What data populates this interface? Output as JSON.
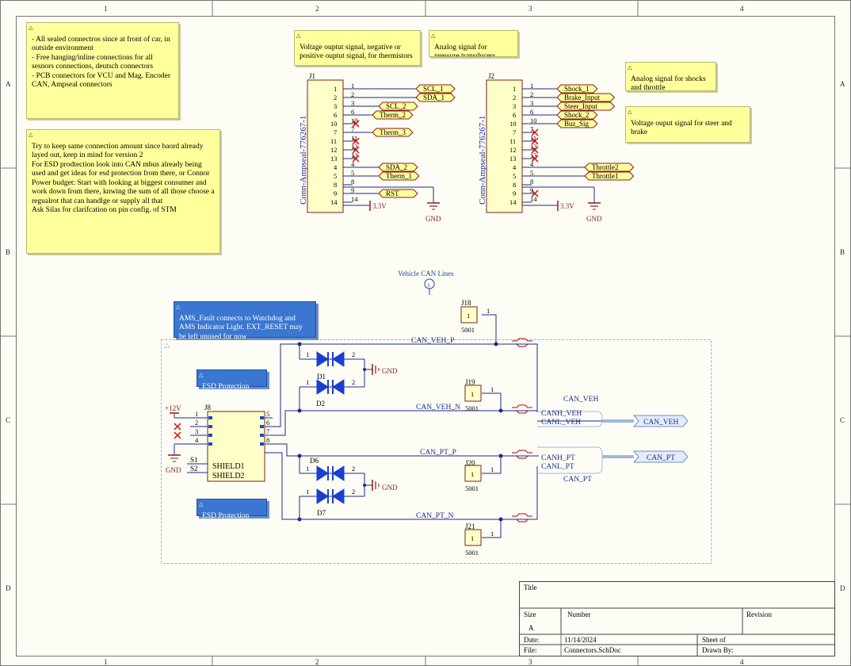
{
  "frame": {
    "col_labels": [
      "1",
      "2",
      "3",
      "4"
    ],
    "row_labels": [
      "A",
      "B",
      "C",
      "D"
    ]
  },
  "notes": {
    "connectors_note": "- All sealed connectros since at front of car, in outside environment\n-  Free hanging/inline connections for all sesnors connections, deutsch connectors\n- PCB connectors for VCU and Mag. Encoder CAN, Ampseal connectors",
    "budget_note": "Try to keep same connection amount since baord already layed out, keep in mind for version 2\nFor ESD prodtection look into CAN mbus already being used and get ideas for esd protection from there, or Connor\nPower budget: Start with looking at biggest consumer and work down from there, knwing the sum of all those choose a regualrot that can handlge or supply all that\nAsk Silas for clarifcation on pin config. of STM",
    "voltage_note": "Voltage ouptut signal, negative or positive ouptut signal, for thermistors",
    "analog_pressure_note": "Analog signal for pressure transducers",
    "analog_shocks_note": "Analog signal for shocks and throttle",
    "voltage_steer_note": "Voltage ouput signal for steer and brake",
    "ams_note": "AMS_Fault connects to Watchdog and AMS Indicator Light. EXT_RESET may be left unused for now",
    "esd_note_1": "ESD Protection",
    "esd_note_2": "ESD Protection"
  },
  "j1": {
    "designator": "J1",
    "part": "Conn-Ampseal-776267-1",
    "pins": [
      {
        "num": "1",
        "net": "SCL_1"
      },
      {
        "num": "2",
        "net": "SDA_1"
      },
      {
        "num": "3",
        "net": "SCL_2"
      },
      {
        "num": "6",
        "net": "Therm_2"
      },
      {
        "num": "10",
        "net": ""
      },
      {
        "num": "7",
        "net": "Therm_3"
      },
      {
        "num": "11",
        "net": ""
      },
      {
        "num": "12",
        "net": ""
      },
      {
        "num": "13",
        "net": ""
      },
      {
        "num": "4",
        "net": "SDA_2"
      },
      {
        "num": "5",
        "net": "Therm_1"
      },
      {
        "num": "8",
        "net": ""
      },
      {
        "num": "9",
        "net": "RST"
      },
      {
        "num": "14",
        "net": ""
      }
    ],
    "power": "3.3V",
    "ground": "GND"
  },
  "j2": {
    "designator": "J2",
    "part": "Conn-Ampseal-776267-1",
    "pins": [
      {
        "num": "1",
        "net": "Shock_1"
      },
      {
        "num": "2",
        "net": "Brake_Input"
      },
      {
        "num": "3",
        "net": "Steer_Input"
      },
      {
        "num": "6",
        "net": "Shock_2"
      },
      {
        "num": "10",
        "net": "Buz_Sig"
      },
      {
        "num": "7",
        "net": ""
      },
      {
        "num": "11",
        "net": ""
      },
      {
        "num": "12",
        "net": ""
      },
      {
        "num": "13",
        "net": ""
      },
      {
        "num": "4",
        "net": "Throttle2"
      },
      {
        "num": "5",
        "net": "Throttle1"
      },
      {
        "num": "8",
        "net": ""
      },
      {
        "num": "9",
        "net": ""
      },
      {
        "num": "14",
        "net": ""
      }
    ],
    "power": "3.3V",
    "ground": "GND"
  },
  "can": {
    "title": "Vehicle CAN Lines",
    "j8": {
      "designator": "J8",
      "power": "+12V",
      "ground": "GND",
      "left_pins": [
        "1",
        "2",
        "3",
        "4"
      ],
      "right_pins": [
        "5",
        "6",
        "7",
        "8"
      ],
      "shield_pins": [
        "S1",
        "S2"
      ],
      "shield_labels": [
        "SHIELD1",
        "SHIELD2"
      ]
    },
    "nets": {
      "veh_p": "CAN_VEH_P",
      "veh_n": "CAN_VEH_N",
      "pt_p": "CAN_PT_P",
      "pt_n": "CAN_PT_N"
    },
    "diodes": [
      "D1",
      "D2",
      "D6",
      "D7"
    ],
    "diode_pins": [
      "1",
      "2"
    ],
    "diode_gnd": "GND",
    "test_points": [
      {
        "des": "J18",
        "val": "5001",
        "pin": "1"
      },
      {
        "des": "J19",
        "val": "5001",
        "pin": "1"
      },
      {
        "des": "J20",
        "val": "5001",
        "pin": "1"
      },
      {
        "des": "J21",
        "val": "5001",
        "pin": "1"
      }
    ],
    "bus_veh": {
      "name": "CAN_VEH",
      "h": "CANH_VEH",
      "l": "CANL_VEH",
      "port": "CAN_VEH"
    },
    "bus_pt": {
      "name": "CAN_PT",
      "h": "CANH_PT",
      "l": "CANL_PT",
      "port": "CAN_PT"
    }
  },
  "title_block": {
    "title_label": "Title",
    "size_label": "Size",
    "size_value": "A",
    "number_label": "Number",
    "revision_label": "Revision",
    "date_label": "Date:",
    "date_value": "11/14/2024",
    "sheet_label": "Sheet   of",
    "file_label": "File:",
    "file_value": "Connectors.SchDoc",
    "drawn_label": "Drawn By:"
  }
}
